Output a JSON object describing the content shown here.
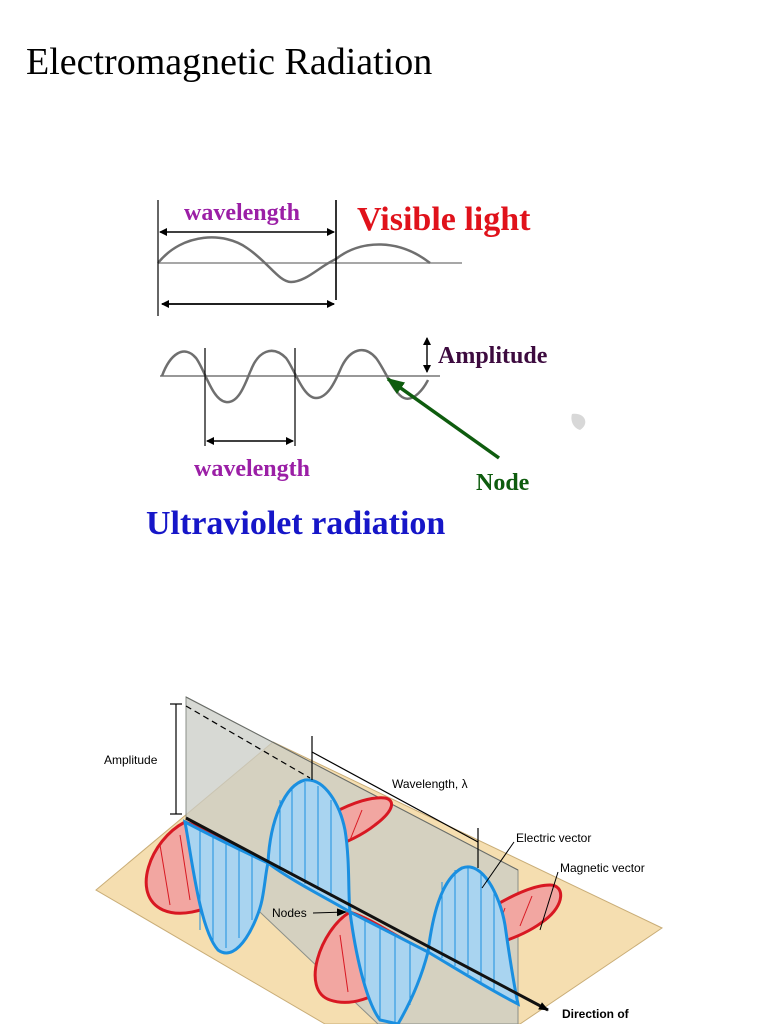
{
  "title": "Electromagnetic Radiation",
  "top_diagram": {
    "wavelength_label_visible": "wavelength",
    "visible_light_label": "Visible light",
    "amplitude_label": "Amplitude",
    "wavelength_label_uv": "wavelength",
    "node_label": "Node",
    "ultraviolet_label": "Ultraviolet radiation",
    "colors": {
      "wavelength_text": "#9b1fa6",
      "visible_light": "#e0121b",
      "ultraviolet": "#1616c8",
      "amplitude": "#3d0b3f",
      "node": "#0e5c0e",
      "wave_stroke": "#6f6f6f"
    }
  },
  "bottom_diagram": {
    "amplitude_label": "Amplitude",
    "wavelength_label": "Wavelength, λ",
    "electric_vector_label": "Electric vector",
    "magnetic_vector_label": "Magnetic vector",
    "nodes_label": "Nodes",
    "direction_label": "Direction of",
    "colors": {
      "electric_fill": "#a9d4f0",
      "electric_stroke": "#1a8fe0",
      "magnetic_fill": "#f2a6a1",
      "magnetic_stroke": "#d81822",
      "horizontal_plane": "#f5deb0",
      "vertical_plane": "#c9ccc6"
    }
  }
}
